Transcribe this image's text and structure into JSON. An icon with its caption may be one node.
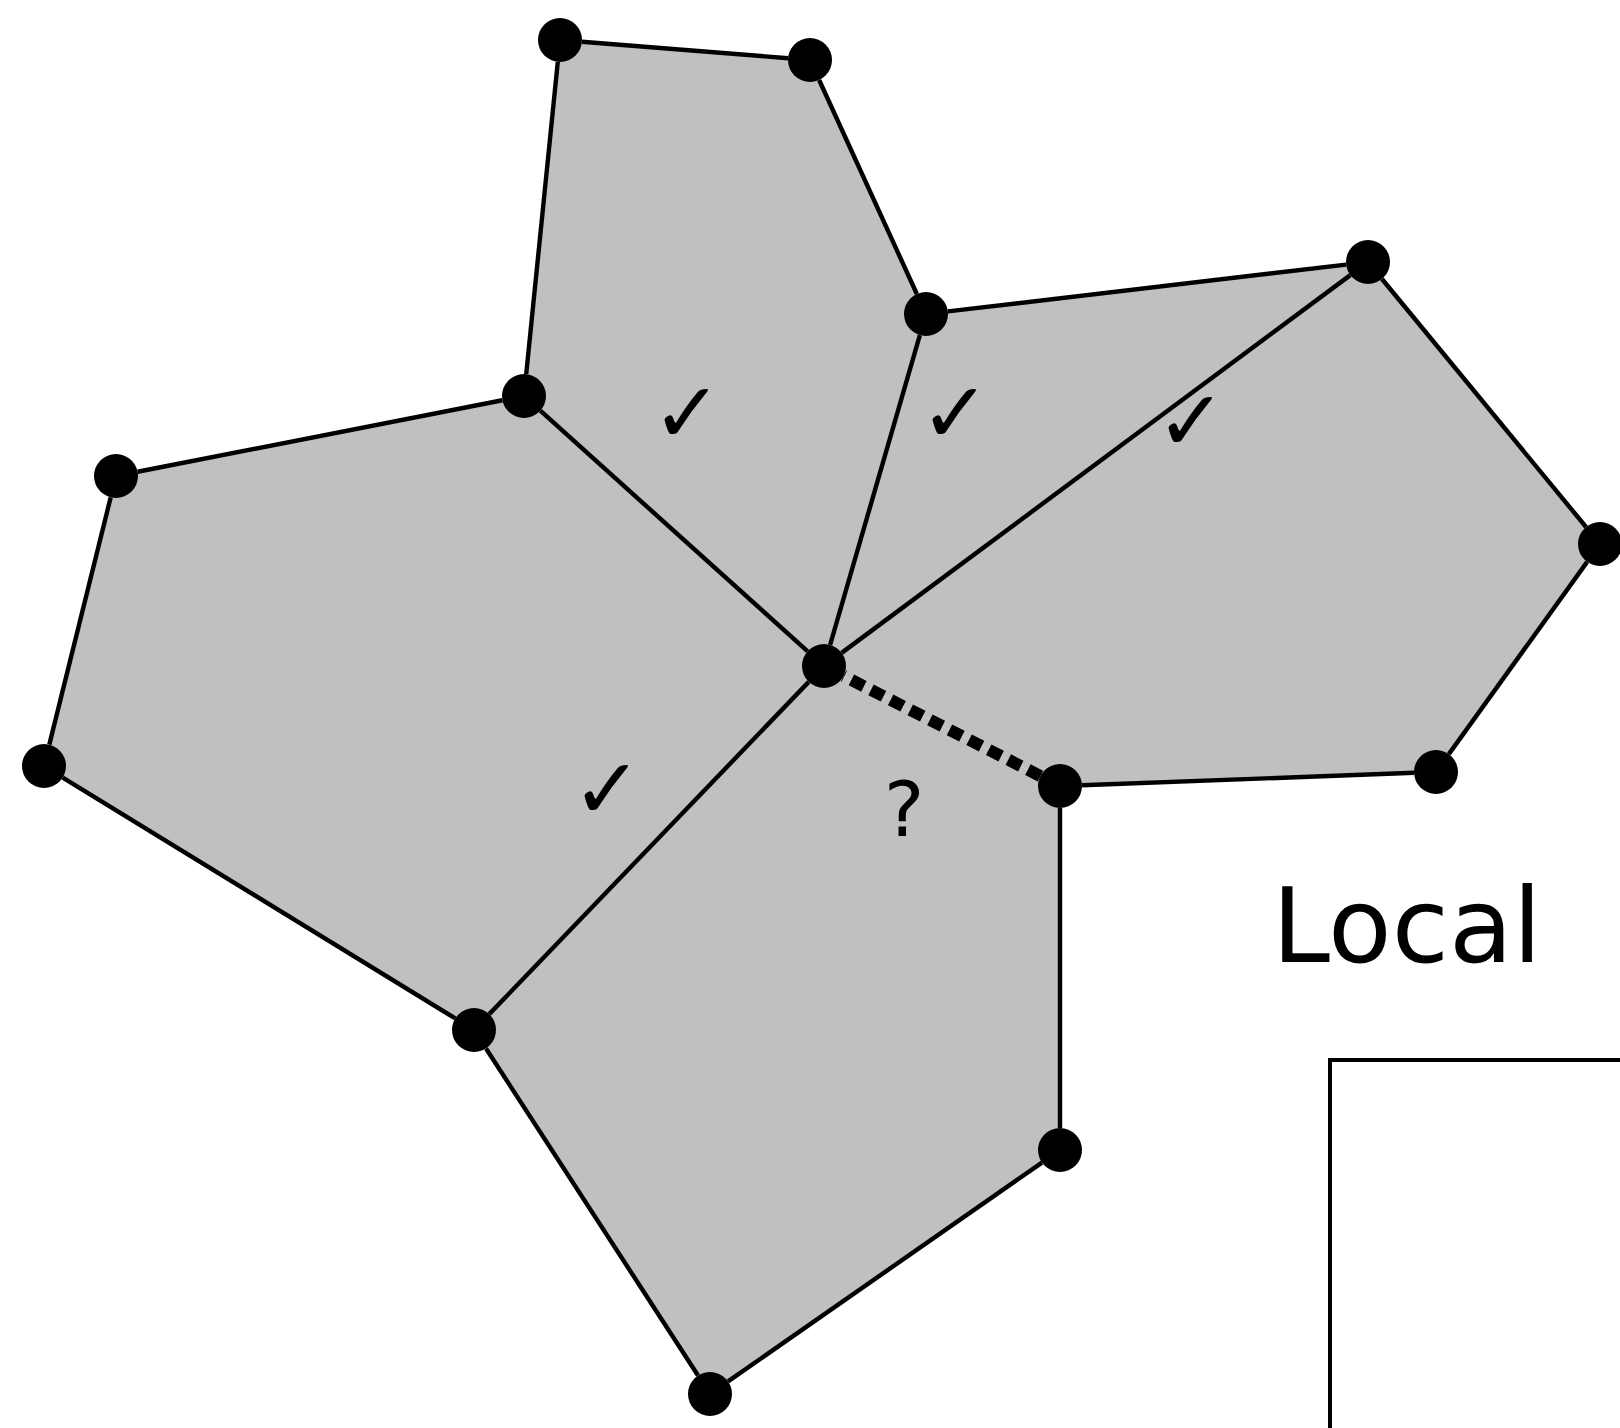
{
  "diagram": {
    "nodes": [
      {
        "text": [],
        "shape": "circle"
      },
      {
        "text": [],
        "shape": "circle"
      },
      {
        "text": [],
        "shape": "circle"
      },
      {
        "text": [],
        "shape": "circle"
      },
      {
        "text": [],
        "shape": "circle"
      },
      {
        "text": [],
        "shape": "circle"
      },
      {
        "text": [],
        "shape": "circle"
      },
      {
        "text": [],
        "shape": "circle"
      },
      {
        "text": [],
        "shape": "circle"
      },
      {
        "text": [],
        "shape": "circle"
      },
      {
        "text": [],
        "shape": "circle"
      },
      {
        "text": [],
        "shape": "circle"
      },
      {
        "text": [],
        "shape": "circle"
      },
      {
        "text": [],
        "shape": "circle"
      }
    ],
    "edges": [
      {
        "from": 4,
        "to": 0,
        "arrow": "none"
      },
      {
        "from": 0,
        "to": 1,
        "arrow": "none"
      },
      {
        "from": 1,
        "to": 3,
        "arrow": "none"
      },
      {
        "from": 3,
        "to": 7,
        "arrow": "none"
      },
      {
        "from": 7,
        "to": 4,
        "arrow": "none"
      },
      {
        "from": 3,
        "to": 2,
        "arrow": "none"
      },
      {
        "from": 2,
        "to": 7,
        "arrow": "none"
      },
      {
        "from": 2,
        "to": 6,
        "arrow": "none"
      },
      {
        "from": 6,
        "to": 9,
        "arrow": "none"
      },
      {
        "from": 9,
        "to": 10,
        "arrow": "none"
      },
      {
        "from": 10,
        "to": 7,
        "arrow": "none",
        "style": "dashed"
      },
      {
        "from": 4,
        "to": 5,
        "arrow": "none"
      },
      {
        "from": 5,
        "to": 8,
        "arrow": "none"
      },
      {
        "from": 8,
        "to": 11,
        "arrow": "none"
      },
      {
        "from": 11,
        "to": 7,
        "arrow": "none"
      },
      {
        "from": 10,
        "to": 12,
        "arrow": "none"
      },
      {
        "from": 12,
        "to": 13,
        "arrow": "none"
      },
      {
        "from": 13,
        "to": 11,
        "arrow": "none"
      }
    ],
    "labels": [
      "✓",
      "✓",
      "✓",
      "✓",
      "?",
      "Local"
    ]
  }
}
